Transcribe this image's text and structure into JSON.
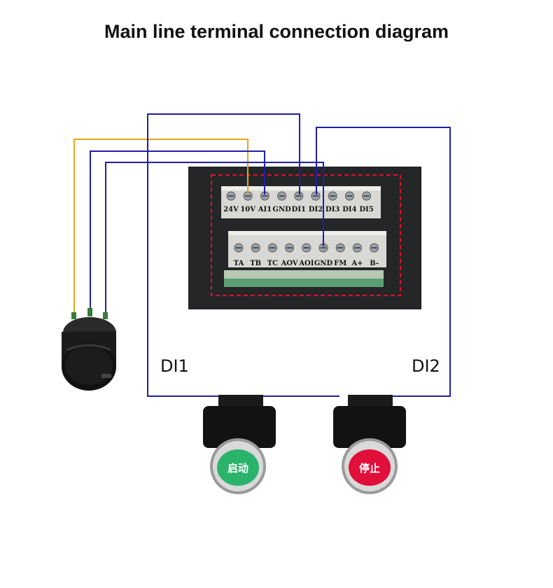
{
  "title": "Main line terminal connection diagram",
  "labels": {
    "di1": "DI1",
    "di2": "DI2"
  },
  "terminals": {
    "top": [
      "24V",
      "10V",
      "AI1",
      "GND",
      "DI1",
      "DI2",
      "DI3",
      "DI4",
      "DI5"
    ],
    "bottom": [
      "TA",
      "TB",
      "TC",
      "AOV",
      "AOI",
      "GND",
      "FM",
      "A+",
      "B-"
    ]
  },
  "buttons": {
    "start": "启动",
    "stop": "停止"
  },
  "colors": {
    "wire_blue": "#1f1fa6",
    "wire_orange": "#e8a319",
    "start_button": "#2bb36b",
    "stop_button": "#e0103a",
    "dashed_frame": "#e0102a",
    "panel": "#202022"
  }
}
